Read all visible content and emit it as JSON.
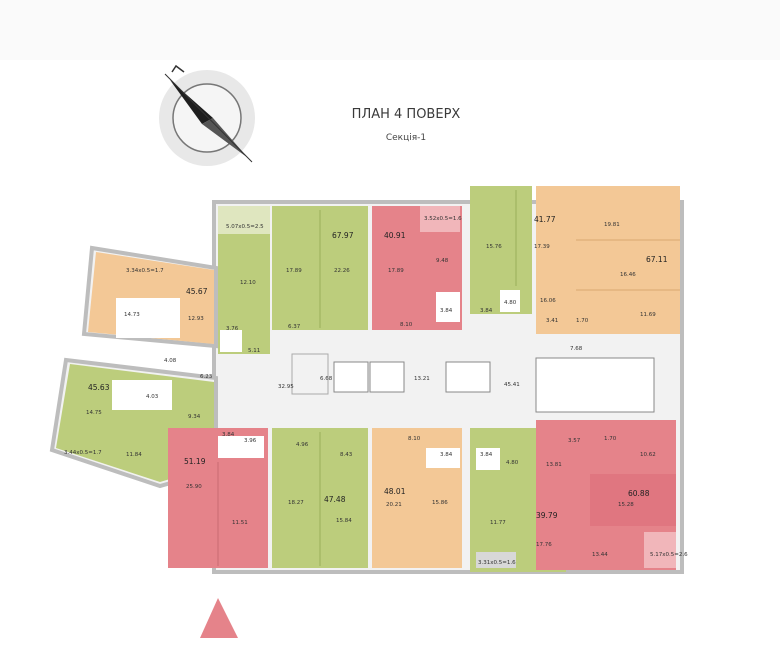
{
  "title": "ПЛАН 4 ПОВЕРХ",
  "subtitle": "Секція-1",
  "colors": {
    "green": "#bccd7c",
    "orange": "#f3c896",
    "red": "#e5838a",
    "wall": "#bdbdbd",
    "corridor": "#f2f2f2",
    "white": "#ffffff"
  },
  "apartments": [
    {
      "id": "a1",
      "type": "green",
      "total": "",
      "balcony": "5.07х0.5=2.5"
    },
    {
      "id": "a2",
      "type": "green",
      "total": "67.97"
    },
    {
      "id": "a3",
      "type": "red",
      "total": "40.91",
      "balcony": "3.52х0.5=1.6"
    },
    {
      "id": "a4",
      "type": "green",
      "total": "41.77"
    },
    {
      "id": "a5",
      "type": "orange",
      "total": "67.11"
    },
    {
      "id": "a6",
      "type": "orange",
      "total": "45.67",
      "balcony": "3.34х0.5=1.7"
    },
    {
      "id": "a7",
      "type": "green",
      "total": "45.63",
      "balcony": "3.44х0.5=1.7"
    },
    {
      "id": "a8",
      "type": "red",
      "total": "51.19"
    },
    {
      "id": "a9",
      "type": "green",
      "total": "47.48"
    },
    {
      "id": "a10",
      "type": "orange",
      "total": "48.01"
    },
    {
      "id": "a11",
      "type": "green",
      "total": "39.79",
      "balcony": "3.31х0.5=1.6"
    },
    {
      "id": "a12",
      "type": "red",
      "total": "60.88",
      "balcony": "5.17х0.5=2.6"
    }
  ],
  "room_labels": {
    "a1_r1": "12.10",
    "a1_r2": "3.76",
    "a1_r3": "5.11",
    "a2_r1": "17.89",
    "a2_r2": "22.26",
    "a2_r3": "6.37",
    "a3_r1": "17.89",
    "a3_r2": "9.48",
    "a3_r3": "8.10",
    "a3_r4": "3.84",
    "a4_r1": "15.76",
    "a4_r2": "17.39",
    "a4_r3": "4.80",
    "a4_r4": "3.84",
    "a5_r1": "19.81",
    "a5_r2": "16.46",
    "a5_r3": "16.06",
    "a5_r4": "3.41",
    "a5_r5": "1.70",
    "a5_r6": "11.69",
    "a6_r1": "14.73",
    "a6_r2": "12.93",
    "a6_r3": "4.08",
    "a6_r4": "6.23",
    "a7_r1": "14.75",
    "a7_r2": "4.03",
    "a7_r3": "9.34",
    "a7_r4": "11.84",
    "a8_r1": "3.84",
    "a8_r2": "3.96",
    "a8_r3": "25.90",
    "a8_r4": "11.51",
    "a9_r1": "4.96",
    "a9_r2": "8.43",
    "a9_r3": "18.27",
    "a9_r4": "15.84",
    "a10_r1": "8.10",
    "a10_r2": "3.84",
    "a10_r3": "20.21",
    "a10_r4": "15.86",
    "a11_r1": "3.84",
    "a11_r2": "4.80",
    "a11_r3": "11.77",
    "a11_r4": "17.76",
    "a12_r1": "3.57",
    "a12_r2": "1.70",
    "a12_r3": "10.62",
    "a12_r4": "13.81",
    "a12_r5": "15.28",
    "a12_r6": "13.44"
  },
  "corridor_labels": {
    "c1": "32.95",
    "c2": "6.68",
    "c3": "13.21",
    "c4": "45.41",
    "c5": "7.68"
  },
  "icons": {
    "compass": "compass-icon",
    "entrance": "entrance-triangle-icon"
  }
}
